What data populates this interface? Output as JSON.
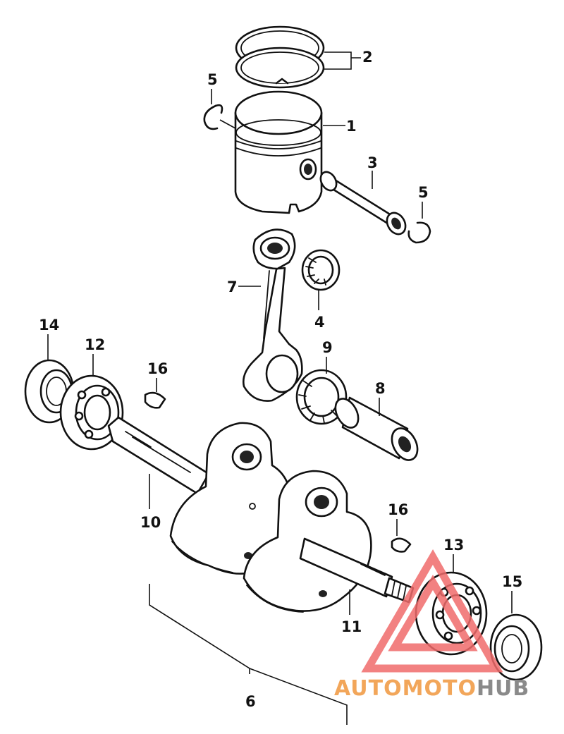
{
  "callouts": {
    "c1": "1",
    "c2": "2",
    "c3": "3",
    "c4": "4",
    "c5a": "5",
    "c5b": "5",
    "c6": "6",
    "c7": "7",
    "c8": "8",
    "c9": "9",
    "c10": "10",
    "c11": "11",
    "c12": "12",
    "c13": "13",
    "c14": "14",
    "c15": "15",
    "c16a": "16",
    "c16b": "16"
  },
  "watermark": {
    "part1": "AUTOMOTO",
    "part2": "HUB",
    "colors": {
      "auto": "#f4b860",
      "moto": "#f28b82",
      "hub": "#8a8a8a",
      "triangle": "#f06b6b"
    }
  }
}
